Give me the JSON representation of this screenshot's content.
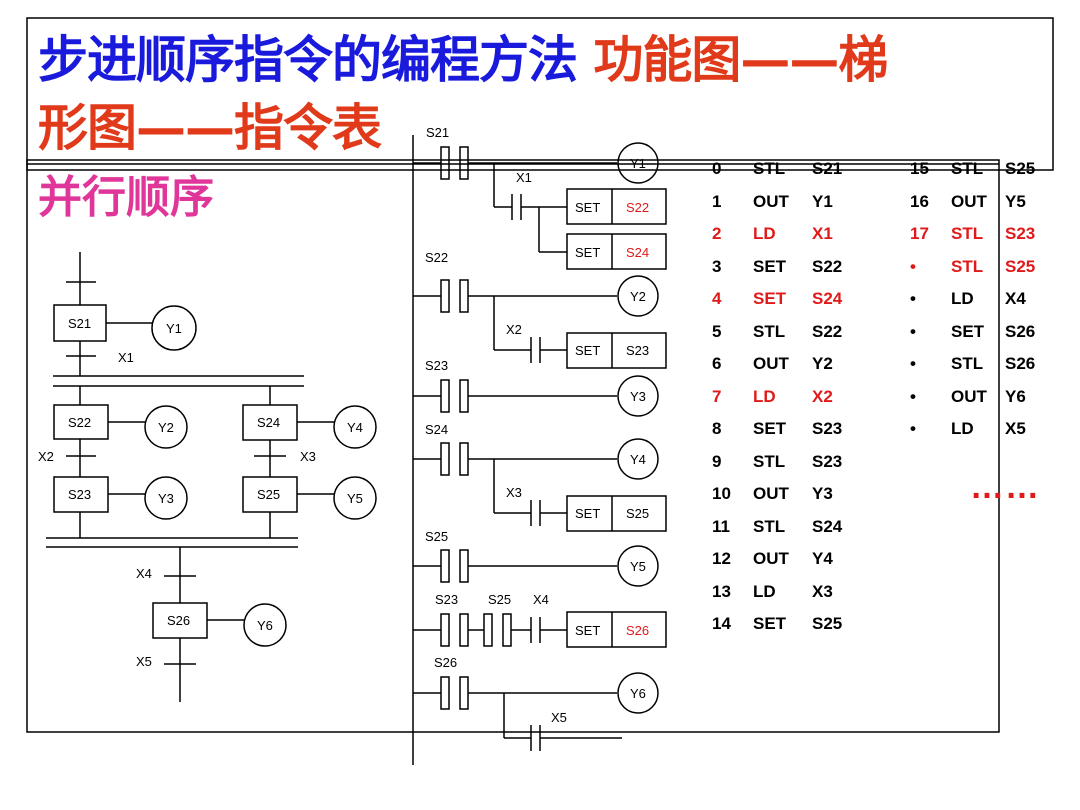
{
  "title": {
    "part1": "步进顺序指令的编程方法",
    "part2": "功能图——梯",
    "part3": "形图——指令表"
  },
  "subtitle": "并行顺序",
  "sfc": {
    "labels": {
      "s21": "S21",
      "y1": "Y1",
      "x1": "X1",
      "s22": "S22",
      "y2": "Y2",
      "x2": "X2",
      "s23": "S23",
      "y3": "Y3",
      "s24": "S24",
      "y4": "Y4",
      "x3": "X3",
      "s25": "S25",
      "y5": "Y5",
      "x4": "X4",
      "s26": "S26",
      "y6": "Y6",
      "x5": "X5"
    }
  },
  "ladder": {
    "labels": {
      "s21": "S21",
      "y1": "Y1",
      "x1": "X1",
      "set1": "SET",
      "s22": "S22",
      "set2": "SET",
      "s24": "S24",
      "s22c": "S22",
      "y2": "Y2",
      "x2": "X2",
      "set3": "SET",
      "s23": "S23",
      "s23c": "S23",
      "y3": "Y3",
      "s24c": "S24",
      "y4": "Y4",
      "x3": "X3",
      "set4": "SET",
      "s25": "S25",
      "s25c": "S25",
      "y5": "Y5",
      "s23d": "S23",
      "s25d": "S25",
      "x4": "X4",
      "set5": "SET",
      "s26": "S26",
      "s26c": "S26",
      "y6": "Y6",
      "x5": "X5"
    }
  },
  "instructions_left": [
    {
      "n": "0",
      "op": "STL",
      "arg": "S21",
      "hl": false
    },
    {
      "n": "1",
      "op": "OUT",
      "arg": "Y1",
      "hl": false
    },
    {
      "n": "2",
      "op": "LD",
      "arg": "X1",
      "hl": true
    },
    {
      "n": "3",
      "op": "SET",
      "arg": "S22",
      "hl": false
    },
    {
      "n": "4",
      "op": "SET",
      "arg": "S24",
      "hl": true
    },
    {
      "n": "5",
      "op": "STL",
      "arg": "S22",
      "hl": false
    },
    {
      "n": "6",
      "op": "OUT",
      "arg": "Y2",
      "hl": false
    },
    {
      "n": "7",
      "op": "LD",
      "arg": "X2",
      "hl": true
    },
    {
      "n": "8",
      "op": "SET",
      "arg": "S23",
      "hl": false
    },
    {
      "n": "9",
      "op": "STL",
      "arg": "S23",
      "hl": false
    },
    {
      "n": "10",
      "op": "OUT",
      "arg": "Y3",
      "hl": false
    },
    {
      "n": "11",
      "op": "STL",
      "arg": "S24",
      "hl": false
    },
    {
      "n": "12",
      "op": "OUT",
      "arg": "Y4",
      "hl": false
    },
    {
      "n": "13",
      "op": "LD",
      "arg": "X3",
      "hl": false
    },
    {
      "n": "14",
      "op": "SET",
      "arg": "S25",
      "hl": false
    }
  ],
  "instructions_right": [
    {
      "n": "15",
      "op": "STL",
      "arg": "S25",
      "hl": false
    },
    {
      "n": "16",
      "op": "OUT",
      "arg": "Y5",
      "hl": false
    },
    {
      "n": "17",
      "op": "STL",
      "arg": "S23",
      "hl": true
    },
    {
      "n": "•",
      "op": "STL",
      "arg": "S25",
      "hl": true
    },
    {
      "n": "•",
      "op": "LD",
      "arg": "X4",
      "hl": false
    },
    {
      "n": "•",
      "op": "SET",
      "arg": "S26",
      "hl": false
    },
    {
      "n": "•",
      "op": "STL",
      "arg": "S26",
      "hl": false
    },
    {
      "n": "•",
      "op": "OUT",
      "arg": "Y6",
      "hl": false
    },
    {
      "n": "•",
      "op": "LD",
      "arg": "X5",
      "hl": false
    }
  ],
  "ellipsis": "……",
  "colors": {
    "title_blue": "#1a1adc",
    "title_red": "#e03a1a",
    "subtitle": "#e0369a",
    "highlight": "#e01a1a"
  }
}
